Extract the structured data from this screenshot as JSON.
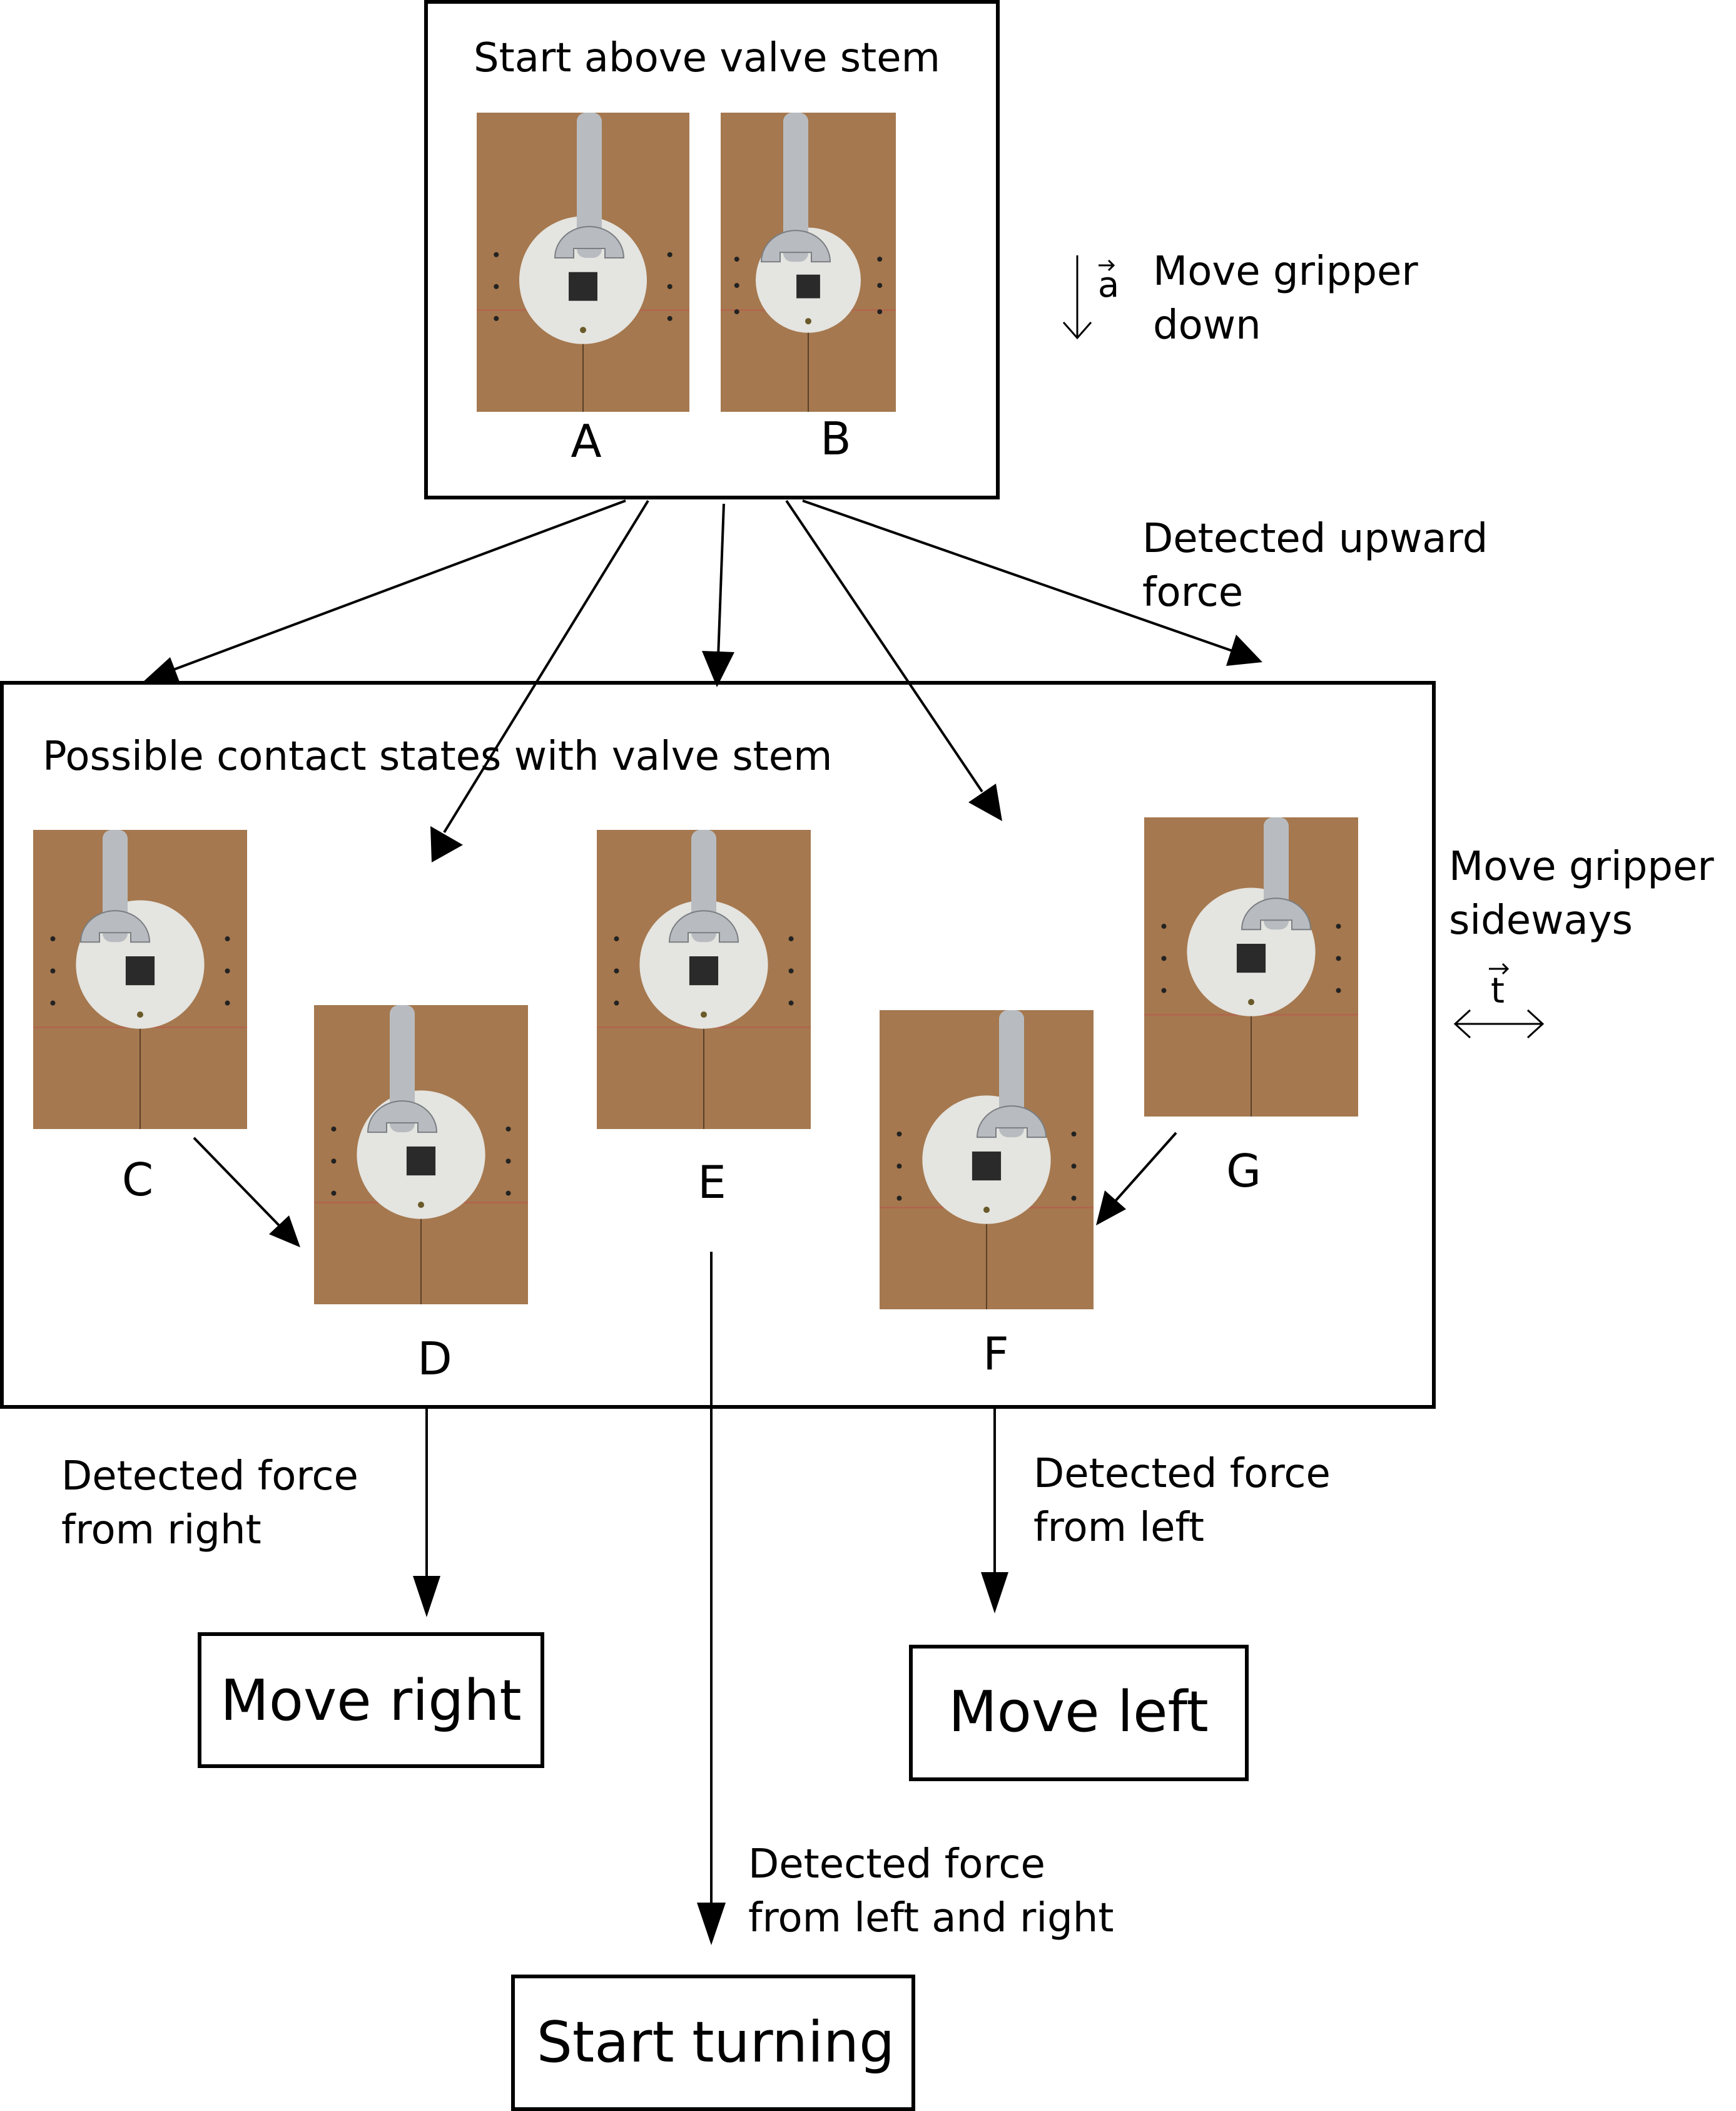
{
  "top_box": {
    "title": "Start above valve stem"
  },
  "photos": [
    {
      "id": "A",
      "label": "A"
    },
    {
      "id": "B",
      "label": "B"
    },
    {
      "id": "C",
      "label": "C"
    },
    {
      "id": "D",
      "label": "D"
    },
    {
      "id": "E",
      "label": "E"
    },
    {
      "id": "F",
      "label": "F"
    },
    {
      "id": "G",
      "label": "G"
    }
  ],
  "side_notes": {
    "move_down": [
      "Move gripper",
      "down"
    ],
    "move_down_symbol": "a",
    "move_sideways": [
      "Move gripper",
      "sideways"
    ],
    "move_sideways_symbol": "t",
    "upward_force": [
      "Detected upward",
      "force"
    ]
  },
  "middle_box": {
    "title": "Possible contact states with valve stem"
  },
  "edges": {
    "force_right": [
      "Detected force",
      "from right"
    ],
    "force_left": [
      "Detected force",
      "from left"
    ],
    "force_both": [
      "Detected force",
      "from left and right"
    ]
  },
  "outcomes": {
    "move_right": "Move right",
    "move_left": "Move left",
    "start_turning": "Start turning"
  },
  "colors": {
    "board": "#a5784f",
    "board_dark": "#8c6440",
    "plate": "#e4e4e0",
    "stem": "#2a2a2a",
    "wrench": "#b8bcc0",
    "red_line": "#c0504d"
  }
}
